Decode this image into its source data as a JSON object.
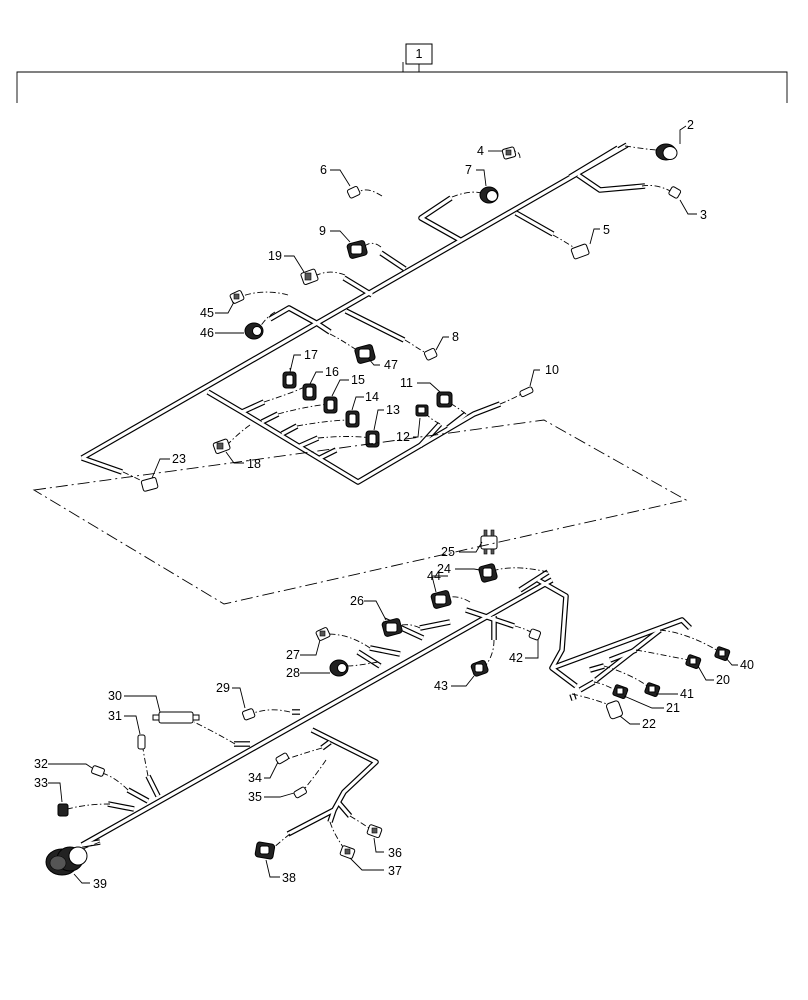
{
  "assembly_callout": "1",
  "callouts": [
    {
      "id": "2",
      "label": "2"
    },
    {
      "id": "3",
      "label": "3"
    },
    {
      "id": "4",
      "label": "4"
    },
    {
      "id": "5",
      "label": "5"
    },
    {
      "id": "6",
      "label": "6"
    },
    {
      "id": "7",
      "label": "7"
    },
    {
      "id": "8",
      "label": "8"
    },
    {
      "id": "9",
      "label": "9"
    },
    {
      "id": "10",
      "label": "10"
    },
    {
      "id": "11",
      "label": "11"
    },
    {
      "id": "12",
      "label": "12"
    },
    {
      "id": "13",
      "label": "13"
    },
    {
      "id": "14",
      "label": "14"
    },
    {
      "id": "15",
      "label": "15"
    },
    {
      "id": "16",
      "label": "16"
    },
    {
      "id": "17",
      "label": "17"
    },
    {
      "id": "18",
      "label": "18"
    },
    {
      "id": "19",
      "label": "19"
    },
    {
      "id": "20",
      "label": "20"
    },
    {
      "id": "21",
      "label": "21"
    },
    {
      "id": "22",
      "label": "22"
    },
    {
      "id": "23",
      "label": "23"
    },
    {
      "id": "24",
      "label": "24"
    },
    {
      "id": "25",
      "label": "25"
    },
    {
      "id": "26",
      "label": "26"
    },
    {
      "id": "27",
      "label": "27"
    },
    {
      "id": "28",
      "label": "28"
    },
    {
      "id": "29",
      "label": "29"
    },
    {
      "id": "30",
      "label": "30"
    },
    {
      "id": "31",
      "label": "31"
    },
    {
      "id": "32",
      "label": "32"
    },
    {
      "id": "33",
      "label": "33"
    },
    {
      "id": "34",
      "label": "34"
    },
    {
      "id": "35",
      "label": "35"
    },
    {
      "id": "36",
      "label": "36"
    },
    {
      "id": "37",
      "label": "37"
    },
    {
      "id": "38",
      "label": "38"
    },
    {
      "id": "39",
      "label": "39"
    },
    {
      "id": "40",
      "label": "40"
    },
    {
      "id": "41",
      "label": "41"
    },
    {
      "id": "42",
      "label": "42"
    },
    {
      "id": "43",
      "label": "43"
    },
    {
      "id": "44",
      "label": "44"
    },
    {
      "id": "45",
      "label": "45"
    },
    {
      "id": "46",
      "label": "46"
    },
    {
      "id": "47",
      "label": "47"
    }
  ]
}
